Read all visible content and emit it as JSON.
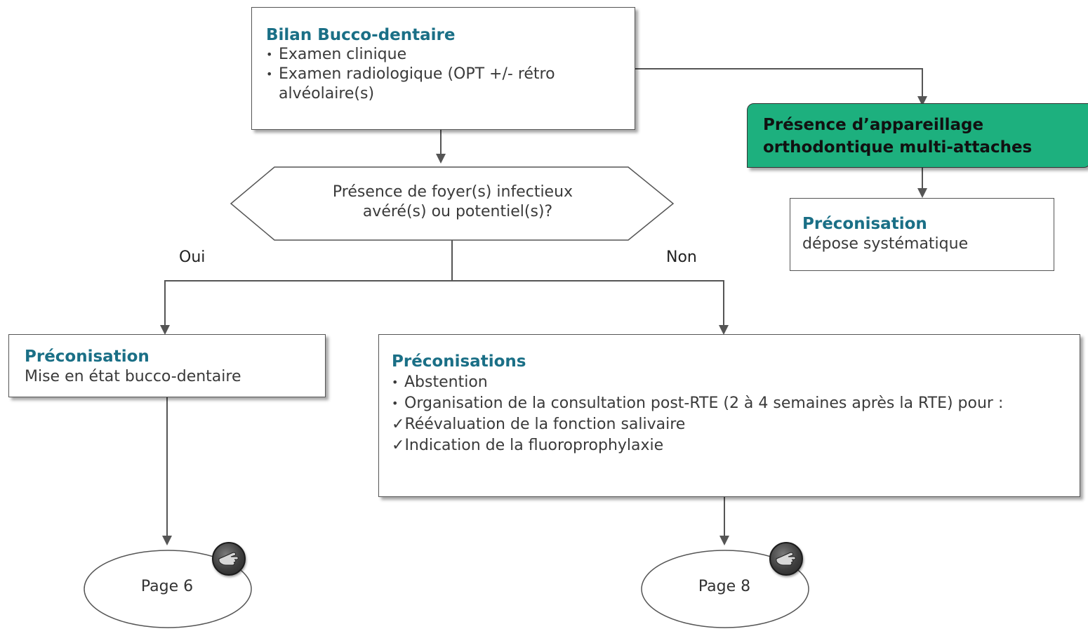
{
  "bilan": {
    "title": "Bilan Bucco-dentaire",
    "items": [
      "Examen clinique",
      "Examen radiologique (OPT +/- rétro alvéolaire(s)"
    ]
  },
  "question": {
    "line1": "Présence de foyer(s) infectieux",
    "line2": "avéré(s) ou potentiel(s)?"
  },
  "labels": {
    "oui": "Oui",
    "non": "Non"
  },
  "appareillage": {
    "line1": "Présence d’appareillage",
    "line2": "orthodontique multi-attaches",
    "color": "#1db07e"
  },
  "preco_depose": {
    "title": "Préconisation",
    "text": "dépose systématique"
  },
  "preco_mise": {
    "title": "Préconisation",
    "text": "Mise en état bucco-dentaire"
  },
  "preco_non": {
    "title": "Préconisations",
    "items": [
      "Abstention",
      "Organisation de la consultation post-RTE (2 à 4 semaines après la RTE) pour :"
    ],
    "checks": [
      "Réévaluation  de la fonction salivaire",
      "Indication de la fluoroprophylaxie"
    ]
  },
  "pages": {
    "left": "Page 6",
    "right": "Page 8"
  },
  "icons": {
    "pointer": "pointing-hand-icon"
  },
  "colors": {
    "accent_text": "#1a6f86",
    "lines": "#555555"
  }
}
